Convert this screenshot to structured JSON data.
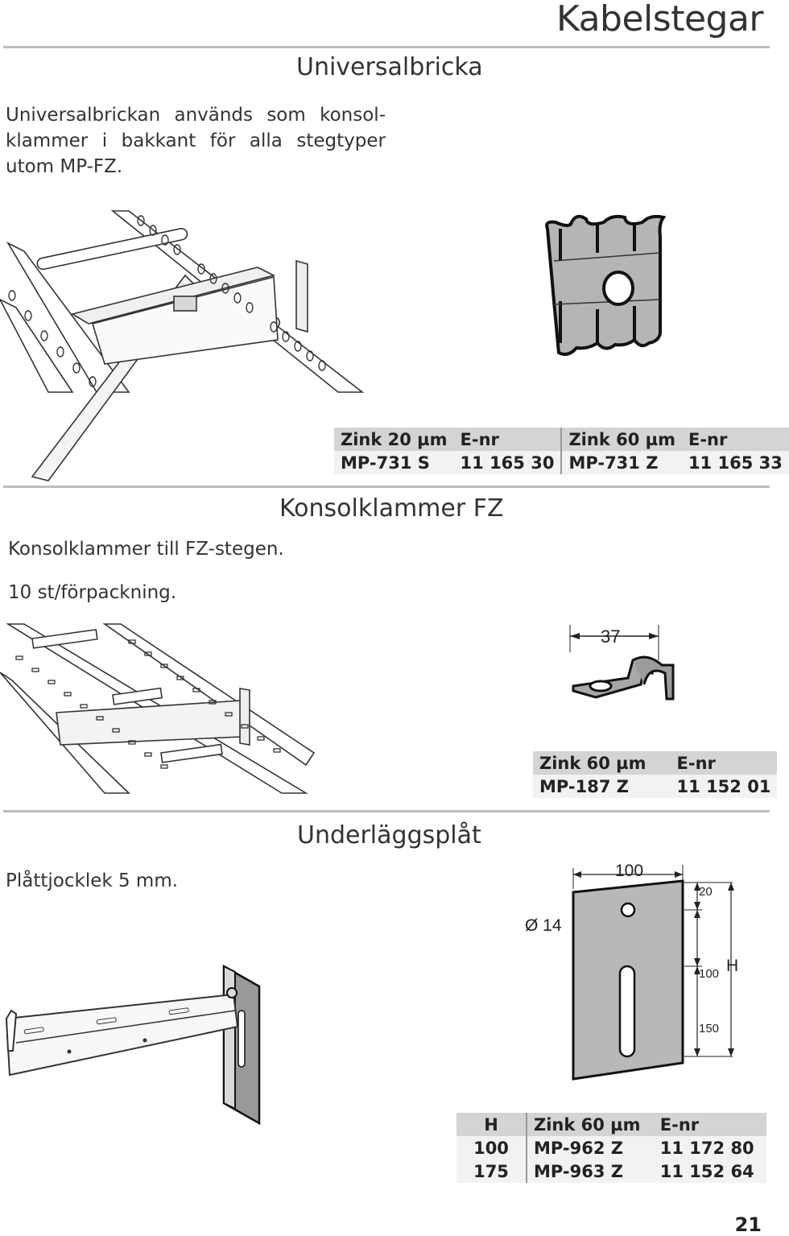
{
  "header": {
    "title": "Kabelstegar"
  },
  "sections": {
    "universal": {
      "title": "Universalbricka",
      "description": "Universalbrickan används som konsol­klammer i bakkant för alla stegtyper utom MP-FZ.",
      "table": {
        "headers": [
          "Zink 20 µm",
          "E-nr",
          "Zink 60 µm",
          "E-nr"
        ],
        "rows": [
          [
            "MP-731 S",
            "11 165 30",
            "MP-731 Z",
            "11 165 33"
          ]
        ]
      }
    },
    "konsol": {
      "title": "Konsolklammer FZ",
      "description": "Konsolklammer till FZ-stegen.",
      "pack": "10 st/förpackning.",
      "dim": "37",
      "table": {
        "headers": [
          "Zink 60 µm",
          "E-nr"
        ],
        "rows": [
          [
            "MP-187 Z",
            "11 152 01"
          ]
        ]
      }
    },
    "underlagg": {
      "title": "Underläggsplåt",
      "description": "Plåttjocklek 5 mm.",
      "dims": {
        "width": "100",
        "hole": "Ø 14",
        "top": "20",
        "mid": "100",
        "slot": "150",
        "height": "H"
      },
      "table": {
        "headers": [
          "H",
          "Zink 60 µm",
          "E-nr"
        ],
        "rows": [
          [
            "100",
            "MP-962 Z",
            "11 172 80"
          ],
          [
            "175",
            "MP-963 Z",
            "11 152 64"
          ]
        ]
      }
    }
  },
  "page_number": "21"
}
